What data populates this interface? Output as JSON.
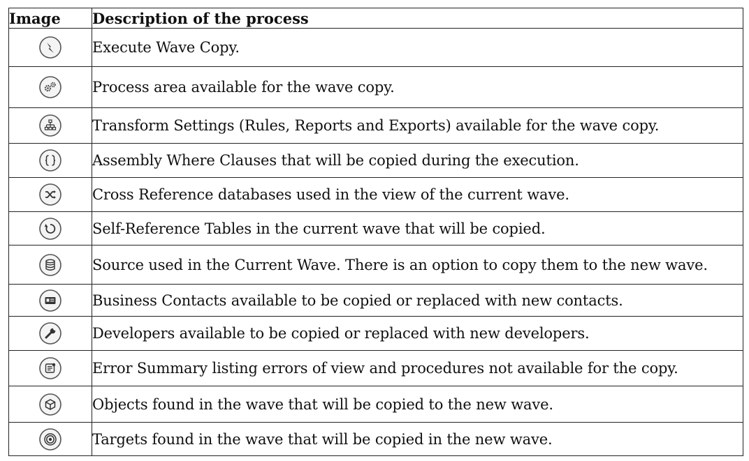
{
  "header": {
    "image": "Image",
    "description": "Description of the process"
  },
  "rows": [
    {
      "icon": "lightning-bolt-icon",
      "description": "Execute Wave Copy."
    },
    {
      "icon": "gears-icon",
      "description": "Process area available for the wave copy."
    },
    {
      "icon": "sitemap-icon",
      "description": "Transform Settings (Rules, Reports and Exports) available for the wave copy."
    },
    {
      "icon": "curly-braces-icon",
      "description": "Assembly Where Clauses that will be copied during the execution."
    },
    {
      "icon": "shuffle-icon",
      "description": "Cross Reference databases used in the view of the current wave."
    },
    {
      "icon": "refresh-icon",
      "description": "Self-Reference Tables in the current wave that will be copied."
    },
    {
      "icon": "database-icon",
      "description": "Source used in the Current Wave. There is an option to copy them to the new wave."
    },
    {
      "icon": "contact-card-icon",
      "description": "Business Contacts available to be copied or replaced with new contacts."
    },
    {
      "icon": "wrench-icon",
      "description": "Developers available to be copied or replaced with new developers."
    },
    {
      "icon": "error-summary-icon",
      "description": "Error Summary listing errors of view and procedures not available for the copy."
    },
    {
      "icon": "cube-icon",
      "description": "Objects found in the wave that will be copied to the new wave."
    },
    {
      "icon": "target-icon",
      "description": "Targets found in the wave that will be copied in the new wave."
    }
  ]
}
